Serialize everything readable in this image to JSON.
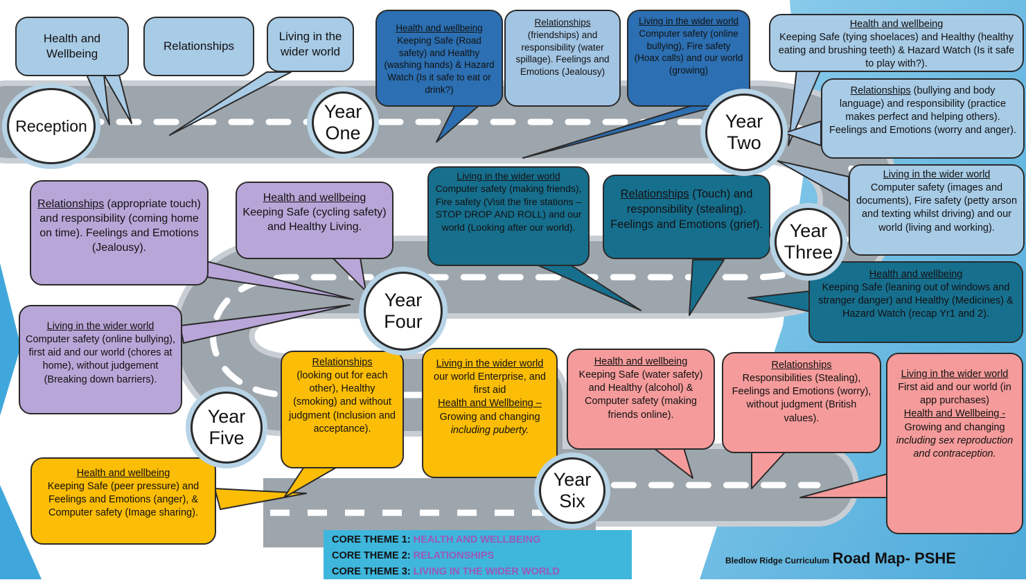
{
  "colors": {
    "road": "#9ea6ad",
    "road_dash": "#ffffff",
    "reception_bubbles": "#a8cbe6",
    "year_one_bubbles": "#2c6fb2",
    "year_two_bubbles": "#a3c5e4",
    "year_three_bubbles": "#176f8e",
    "year_four_bubbles": "#b9a6d8",
    "year_five_bubbles": "#fbbd06",
    "year_six_bubbles": "#f59b9b",
    "theme_box": "#3fb6dc",
    "theme_value_text": "#9b59b6"
  },
  "milestones": {
    "reception": "Reception",
    "year_one": [
      "Year",
      "One"
    ],
    "year_two": [
      "Year",
      "Two"
    ],
    "year_three": [
      "Year",
      "Three"
    ],
    "year_four": [
      "Year",
      "Four"
    ],
    "year_five": [
      "Year",
      "Five"
    ],
    "year_six": [
      "Year",
      "Six"
    ]
  },
  "reception": {
    "health": "Health and Wellbeing",
    "relationships": "Relationships",
    "wider_world": "Living in the wider world"
  },
  "year_one": {
    "health": {
      "heading": "Health and wellbeing",
      "body": "Keeping Safe (Road safety) and Healthy (washing hands) & Hazard Watch (Is it safe to eat or drink?)"
    },
    "relationships": {
      "heading": "Relationships",
      "body": "(friendships) and responsibility (water spillage). Feelings and Emotions (Jealousy)"
    },
    "wider_world": {
      "heading": "Living in the wider world",
      "body": "Computer safety (online bullying), Fire safety (Hoax calls) and our world (growing)"
    }
  },
  "year_two": {
    "health": {
      "heading": "Health and wellbeing",
      "body": "Keeping Safe (tying shoelaces) and Healthy (healthy eating and brushing teeth) & Hazard Watch (Is it safe to play with?)."
    },
    "relationships": {
      "heading": "Relationships",
      "body": " (bullying and body language) and responsibility (practice makes perfect and helping others). Feelings and Emotions (worry and anger)."
    },
    "wider_world": {
      "heading": "Living in the wider world",
      "body": "Computer safety (images and documents), Fire safety (petty arson and texting whilst driving) and our world (living and working)."
    }
  },
  "year_three": {
    "wider_world": {
      "heading": "Living in the wider world",
      "body": "Computer safety (making friends), Fire safety (Visit the fire stations – STOP DROP AND ROLL) and our world (Looking after our world)."
    },
    "relationships": {
      "heading": "Relationships",
      "body": " (Touch) and responsibility (stealing). Feelings and Emotions (grief)."
    },
    "health": {
      "heading": "Health and wellbeing",
      "body": "Keeping Safe (leaning out of windows and stranger danger) and Healthy (Medicines) & Hazard Watch (recap Yr1 and 2)."
    }
  },
  "year_four": {
    "relationships": {
      "heading": "Relationships",
      "body": " (appropriate touch) and responsibility (coming home on time). Feelings and Emotions (Jealousy)."
    },
    "health": {
      "heading": "Health and wellbeing",
      "body": "Keeping Safe (cycling safety) and Healthy Living."
    },
    "wider_world": {
      "heading": "Living in the wider world",
      "body": "Computer safety (online bullying), first aid and our world (chores at home), without judgement (Breaking down barriers)."
    }
  },
  "year_five": {
    "health": {
      "heading": "Health and wellbeing",
      "body": "Keeping Safe (peer pressure) and Feelings and Emotions (anger), & Computer safety (Image sharing)."
    },
    "relationships": {
      "heading": "Relationships",
      "body": "(looking out for each other), Healthy (smoking) and without judgment (Inclusion and acceptance)."
    },
    "wider_world": {
      "heading": "Living in the wider world",
      "body": "our world Enterprise, and first aid",
      "health_heading": "Health and Wellbeing –",
      "health_body": " Growing and changing ",
      "health_italic": "including puberty."
    }
  },
  "year_six": {
    "health": {
      "heading": "Health and wellbeing",
      "body": "Keeping Safe (water safety) and Healthy (alcohol) & Computer safety (making friends online)."
    },
    "relationships": {
      "heading": "Relationships",
      "body": "Responsibilities (Stealing), Feelings and Emotions (worry), without judgment (British values)."
    },
    "wider_world": {
      "heading": "Living in the wider world",
      "body": "First aid and our world (in app purchases)",
      "health_heading": "Health and Wellbeing -",
      "health_body": " Growing and changing ",
      "health_italic": "including sex reproduction and contraception."
    }
  },
  "core_themes": [
    {
      "label": "CORE THEME 1:",
      "value": "HEALTH AND WELLBEING"
    },
    {
      "label": "CORE THEME 2:",
      "value": "RELATIONSHIPS"
    },
    {
      "label": "CORE THEME 3:",
      "value": "LIVING IN THE WIDER WORLD"
    }
  ],
  "footer": {
    "school": "Bledlow Ridge Curriculum",
    "title": "Road Map- PSHE"
  }
}
